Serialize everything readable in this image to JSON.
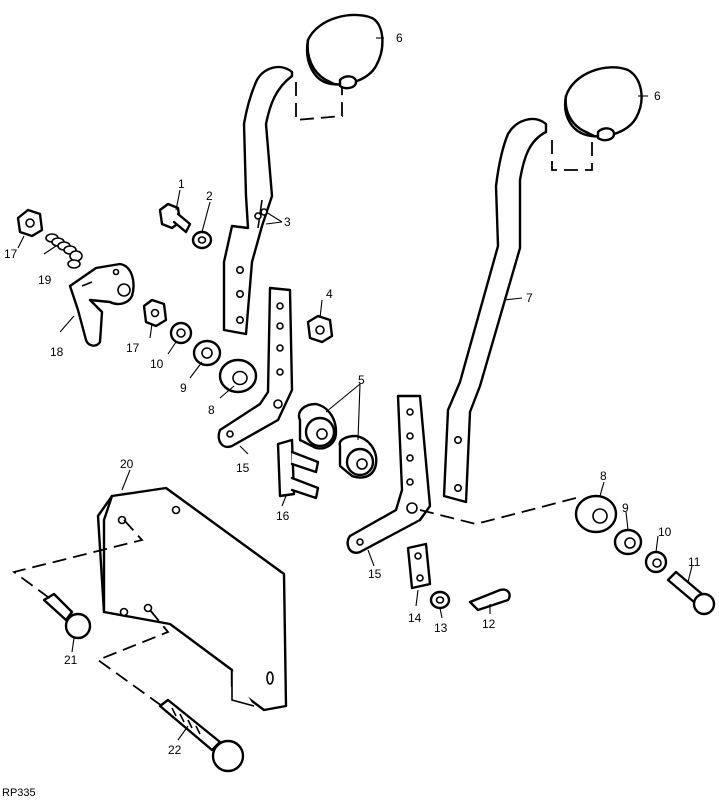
{
  "figure": {
    "reference_code": "RP335"
  },
  "callouts": {
    "c1": "1",
    "c2": "2",
    "c3": "3",
    "c4": "4",
    "c5": "5",
    "c6a": "6",
    "c6b": "6",
    "c7": "7",
    "c8a": "8",
    "c8b": "8",
    "c9a": "9",
    "c9b": "9",
    "c10a": "10",
    "c10b": "10",
    "c11": "11",
    "c12": "12",
    "c13": "13",
    "c14": "14",
    "c15a": "15",
    "c15b": "15",
    "c16": "16",
    "c17a": "17",
    "c17b": "17",
    "c18": "18",
    "c19": "19",
    "c20": "20",
    "c21": "21",
    "c22": "22"
  }
}
